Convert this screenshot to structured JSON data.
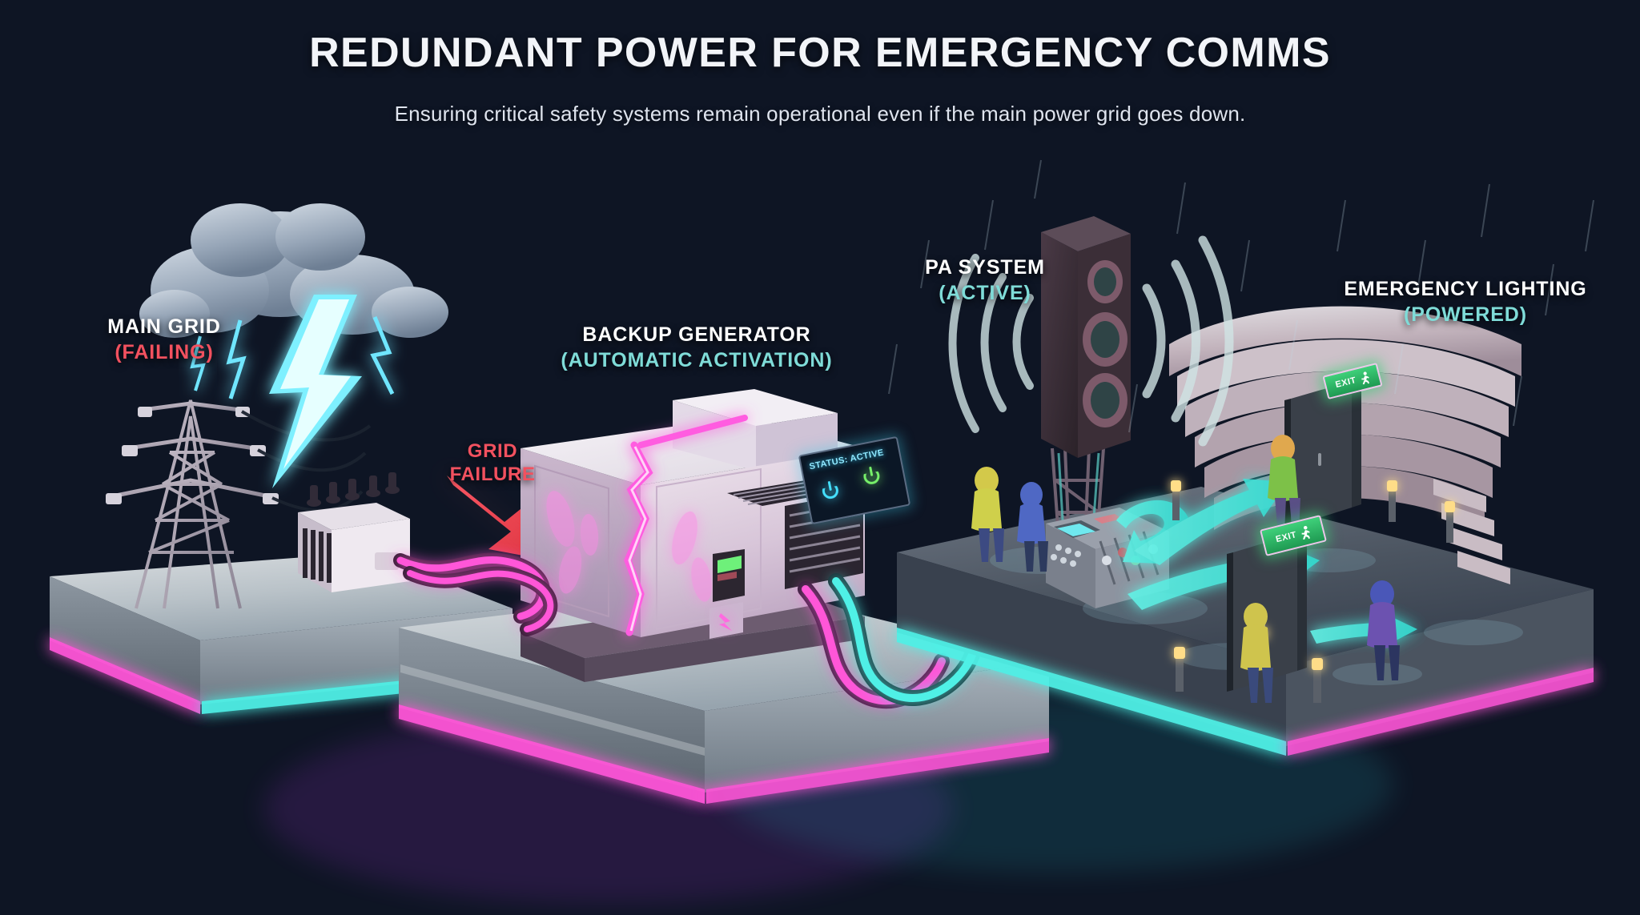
{
  "header": {
    "title": "REDUNDANT POWER FOR EMERGENCY COMMS",
    "subtitle": "Ensuring critical safety systems remain operational even if the main power grid goes down."
  },
  "colors": {
    "background": "#141c30",
    "title_text": "#f2f4f8",
    "fail_red": "#f2515f",
    "active_cyan": "#7fdcd8",
    "neon_magenta": "#ff56d8",
    "neon_cyan": "#4ff0e6",
    "exit_green": "#3fd07a",
    "status_green": "#77f06a"
  },
  "stages": [
    {
      "id": "main-grid",
      "name": "MAIN GRID",
      "status": "(FAILING)",
      "status_color": "#f2515f",
      "elements": [
        "storm-cloud",
        "lightning-bolt",
        "transmission-tower",
        "transformer",
        "concrete-platform"
      ]
    },
    {
      "id": "backup-generator",
      "name": "BACKUP GENERATOR",
      "status": "(AUTOMATIC ACTIVATION)",
      "status_color": "#7fdcd8",
      "elements": [
        "generator-unit",
        "status-display",
        "vent-grille",
        "power-cables",
        "concrete-platform"
      ]
    },
    {
      "id": "pa-system",
      "name": "PA SYSTEM",
      "status": "(ACTIVE)",
      "status_color": "#7fdcd8",
      "elements": [
        "speaker-stack",
        "speaker-tower",
        "sound-waves",
        "mixer-console"
      ]
    },
    {
      "id": "emergency-lighting",
      "name": "EMERGENCY LIGHTING",
      "status": "(POWERED)",
      "status_color": "#7fdcd8",
      "elements": [
        "amphitheater-steps",
        "exit-door",
        "exit-sign",
        "bollard-lights",
        "evacuees"
      ]
    }
  ],
  "annotations": {
    "grid_failure": "GRID\nFAILURE",
    "grid_failure_line1": "GRID",
    "grid_failure_line2": "FAILURE",
    "grid_failure_color": "#f2515f"
  },
  "generator_display": {
    "status_text": "STATUS: ACTIVE",
    "indicator_1": "power-icon-cyan",
    "indicator_2": "power-icon-green"
  },
  "exit_signs": [
    {
      "label": "EXIT",
      "pictogram": "running-person",
      "position": "upper-door"
    },
    {
      "label": "EXIT",
      "pictogram": "running-person",
      "position": "lower-door"
    }
  ],
  "flow": {
    "grid_to_generator": {
      "type": "arrow",
      "color": "#f2515f",
      "label": "GRID FAILURE"
    },
    "generator_to_pa": {
      "type": "arrow",
      "color": "#4ff0e6"
    },
    "generator_to_lighting": {
      "type": "arrow",
      "color": "#4ff0e6"
    },
    "cables": [
      {
        "from": "transformer",
        "to": "generator",
        "color": "#ff56d8"
      },
      {
        "from": "generator",
        "to": "pa-system",
        "color": "#4ff0e6"
      },
      {
        "from": "generator",
        "to": "emergency-lighting",
        "color": "#4ff0e6"
      }
    ]
  }
}
